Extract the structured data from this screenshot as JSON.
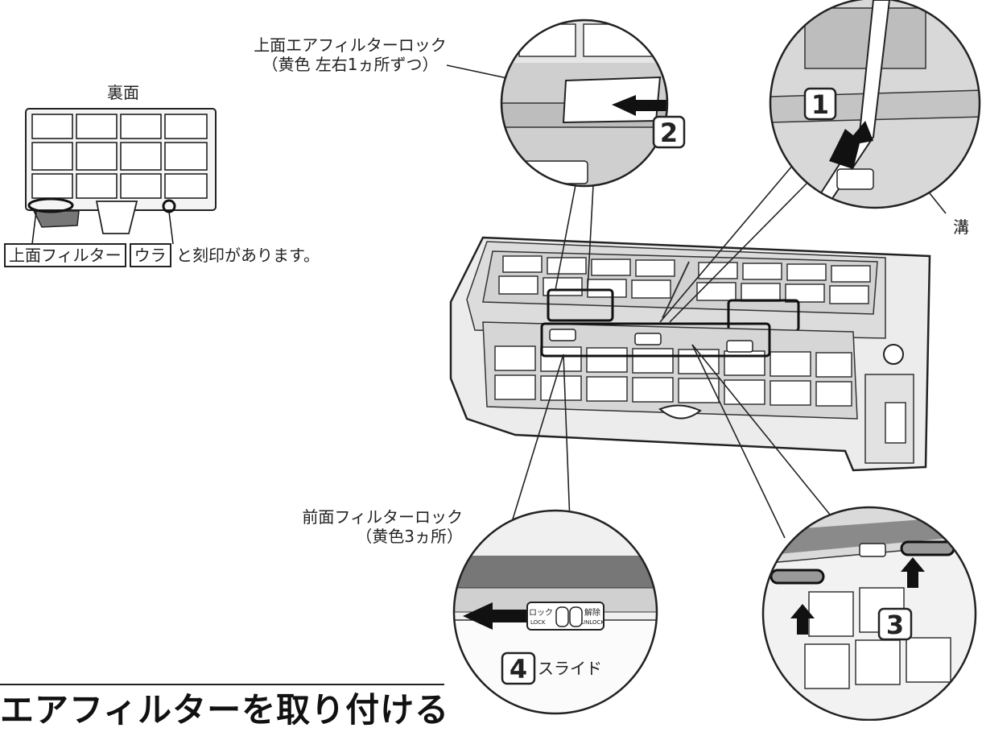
{
  "labels": {
    "back_side": "裏面",
    "top_filter_lock_line1": "上面エアフィルターロック",
    "top_filter_lock_line2": "（黄色 左右1ヵ所ずつ）",
    "groove": "溝",
    "stamp_top_filter": "上面フィルター",
    "stamp_ura": "ウラ",
    "stamp_suffix": "と刻印があります。",
    "front_filter_lock_line1": "前面フィルターロック",
    "front_filter_lock_line2": "（黄色3ヵ所）",
    "slide": "スライド",
    "lock_jp": "ロック",
    "lock_en": "LOCK",
    "unlock_jp": "解除",
    "unlock_en": "UNLOCK"
  },
  "steps": [
    "1",
    "2",
    "3",
    "4"
  ],
  "section_heading": "エアフィルターを取り付ける"
}
